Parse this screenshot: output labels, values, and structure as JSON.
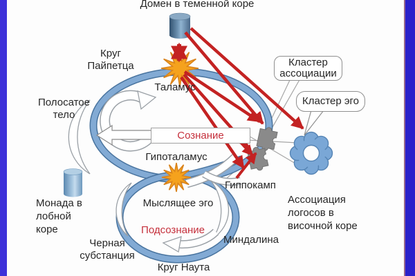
{
  "frame": {
    "left_border_color": "#3d31d9",
    "right_border_color": "#2b21cb",
    "background": "#fdfdfd"
  },
  "palette": {
    "loop_fill": "#82aad4",
    "loop_edge": "#49749f",
    "star_fill": "#f5a21d",
    "star_edge": "#d9831c",
    "arrow_red": "#c32222",
    "text_red": "#c5303c",
    "puzzle_gray": "#8a8a8a",
    "gear_blue": "#7aa7d6",
    "cylinder_dark": "#49688a",
    "cylinder_light": "#7fa6c9"
  },
  "labels": {
    "domain_parietal": "Домен в теменной коре",
    "papez_circuit": "Круг\nПайпетца",
    "thalamus": "Таламус",
    "striatum": "Полосатое\nтело",
    "consciousness": "Сознание",
    "hypothalamus": "Гипоталамус",
    "cluster_association": "Кластер\nассоциации",
    "cluster_ego": "Кластер эго",
    "hippocampus": "Гиппокамп",
    "logos_association": "Ассоциация\nлогосов в\nвисочной коре",
    "monad_frontal": "Монада в\nлобной\nкоре",
    "thinking_ego": "Мыслящее эго",
    "subconscious": "Подсознание",
    "substantia_nigra": "Черная\nсубстанция",
    "amygdala": "Миндалина",
    "nauta_circuit": "Круг Наута"
  }
}
